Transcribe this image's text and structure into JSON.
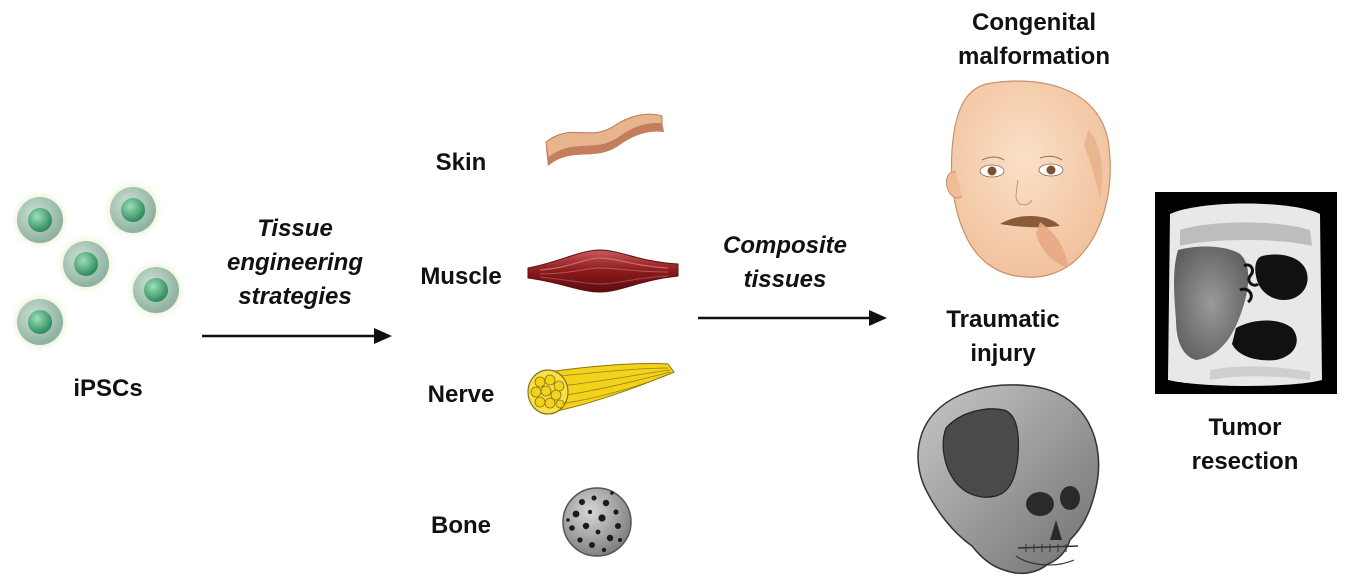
{
  "labels": {
    "ipscs": "iPSCs",
    "strategy_line1": "Tissue",
    "strategy_line2": "engineering",
    "strategy_line3": "strategies",
    "skin": "Skin",
    "muscle": "Muscle",
    "nerve": "Nerve",
    "bone": "Bone",
    "composite_line1": "Composite",
    "composite_line2": "tissues",
    "congenital_line1": "Congenital",
    "congenital_line2": "malformation",
    "traumatic_line1": "Traumatic",
    "traumatic_line2": "injury",
    "tumor_line1": "Tumor",
    "tumor_line2": "resection"
  },
  "icons": [
    "stem-cell-icon",
    "skin-tissue-icon",
    "muscle-tissue-icon",
    "nerve-tissue-icon",
    "bone-tissue-icon",
    "face-icon",
    "skull-icon",
    "ct-scan-icon"
  ],
  "colors": {
    "cell_glow": "#d6e8a6",
    "cell_body": "#9fbfb0",
    "cell_nucleus": "#3f9a6e",
    "skin": "#e8b48e",
    "muscle": "#8b1a1c",
    "nerve": "#f2d21b",
    "bone": "#6e6e6e",
    "face": "#f6d0b0"
  }
}
